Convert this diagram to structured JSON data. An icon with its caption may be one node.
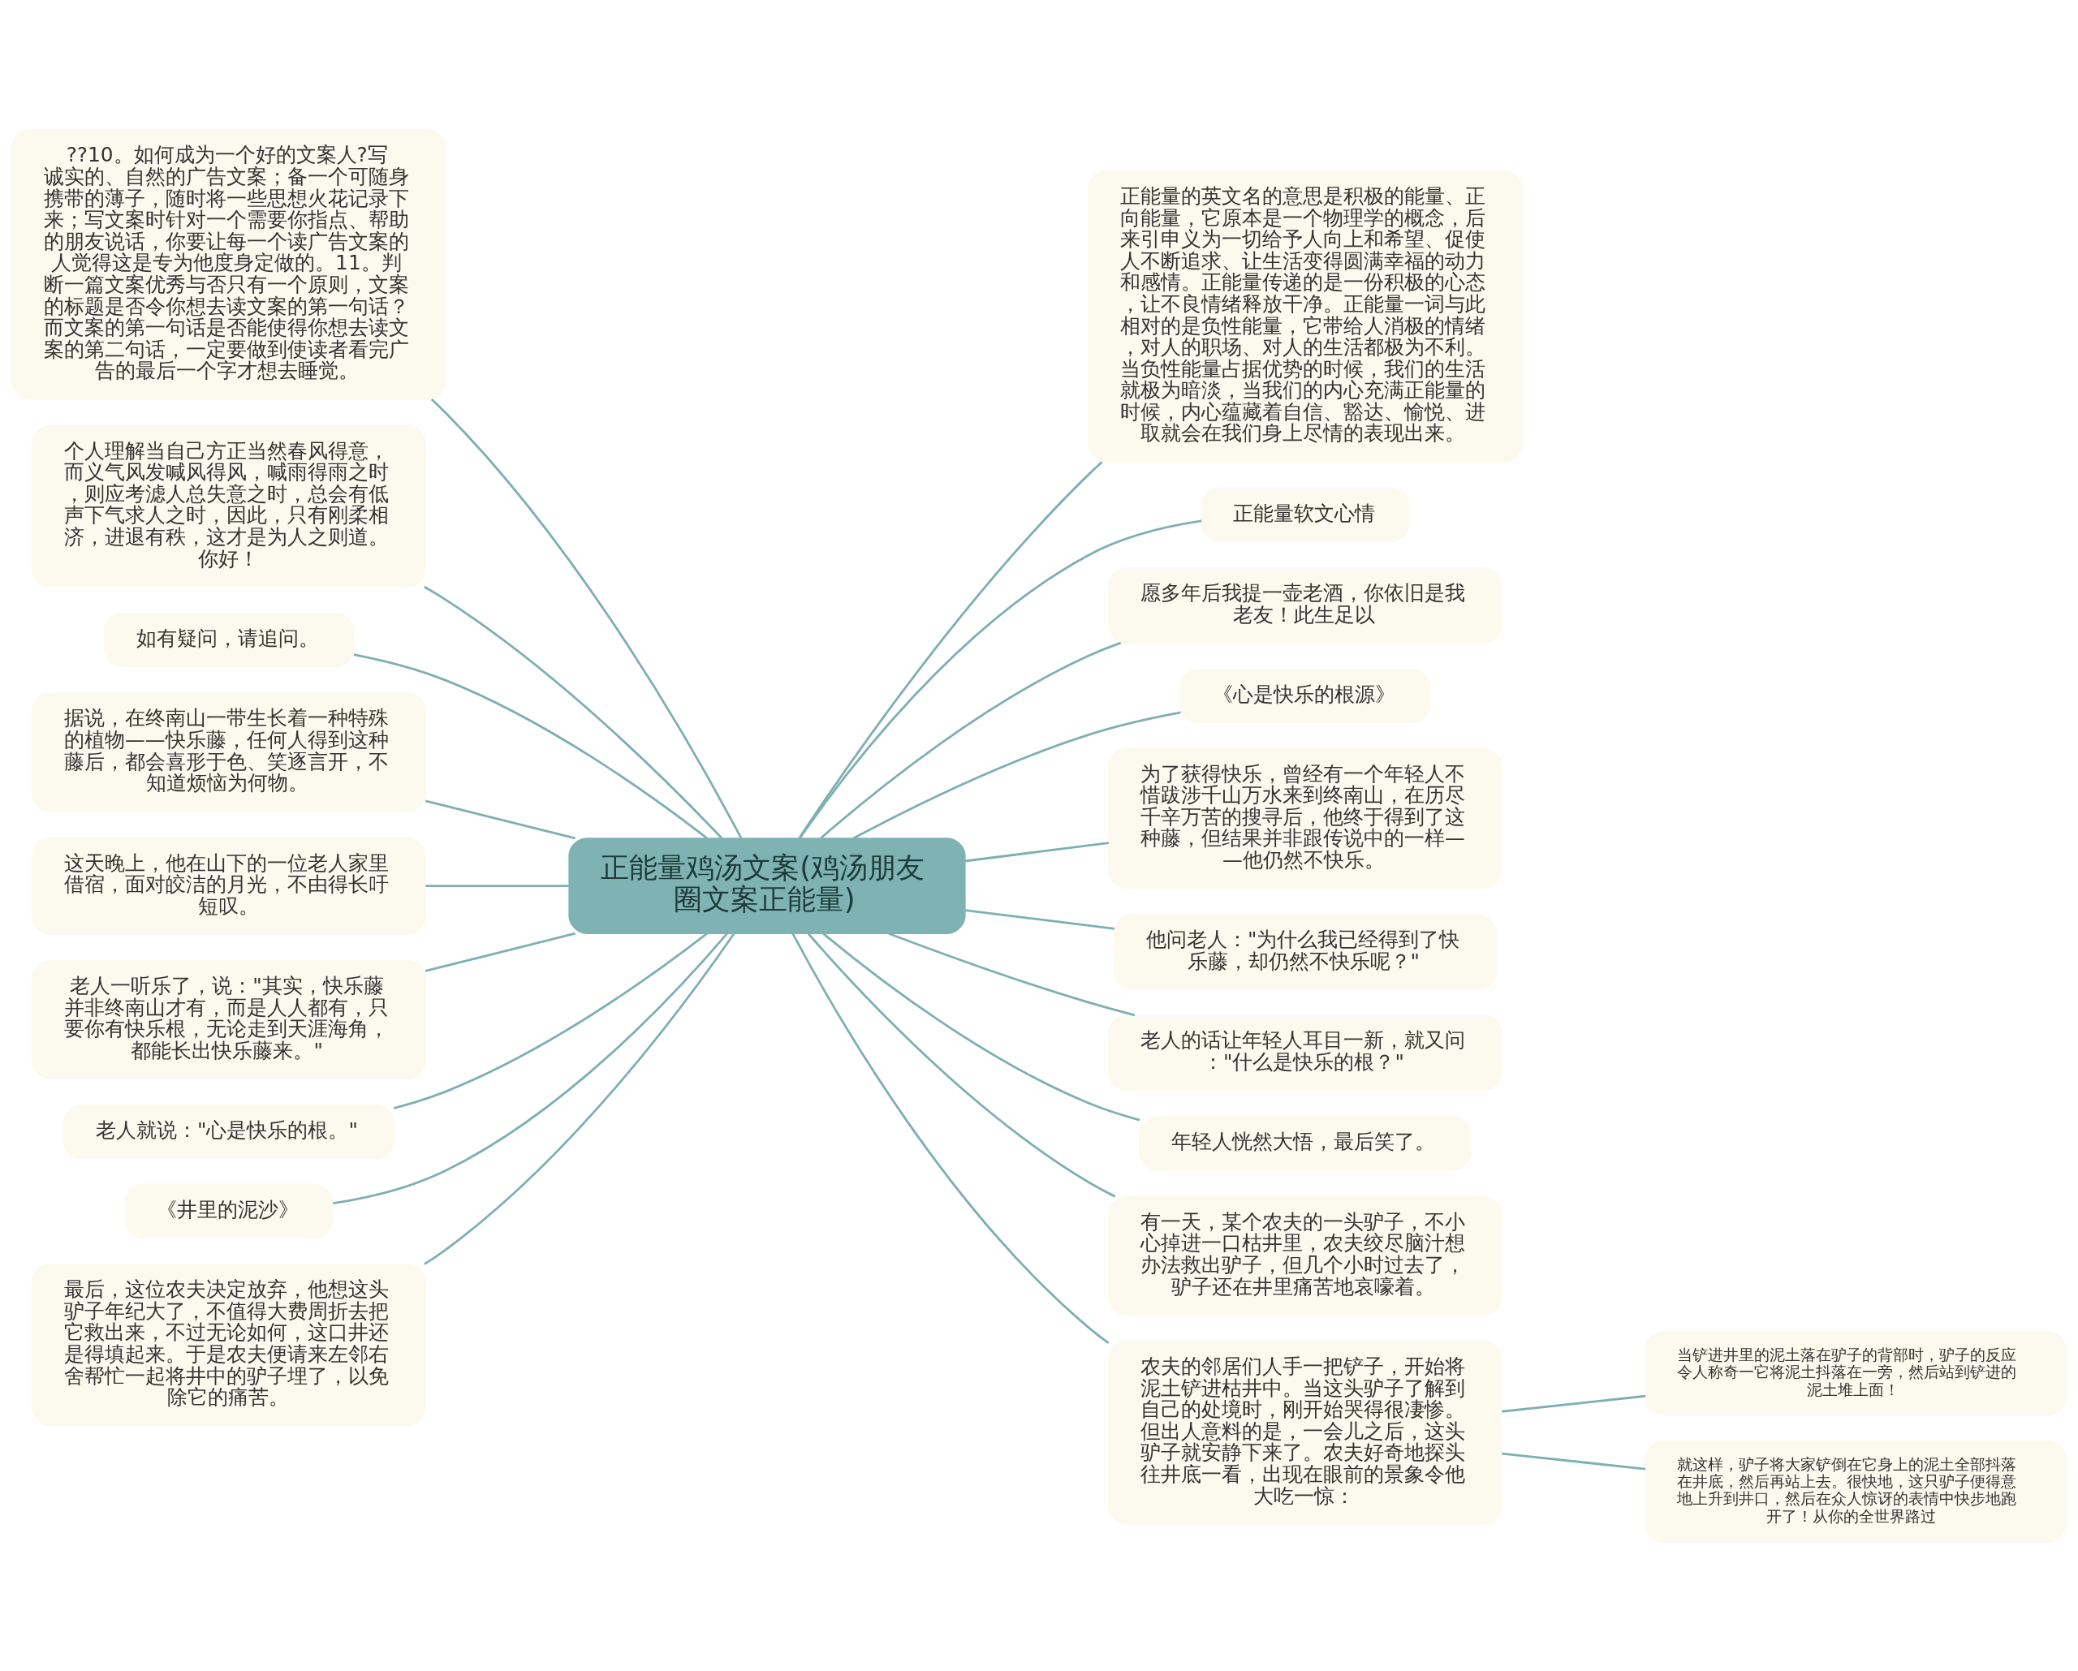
{
  "diagram": {
    "nodes": [
      {
        "text": [
          "正能量鸡汤文案(鸡汤朋友圈文案正能量)"
        ]
      },
      {
        "text": [
          "??10。如何成为一个好的文案人?写诚实的、自然的广告文案；备一个可随身携带的薄子，随时将一些思想火花记录下来；写文案时针对一个需要你指点、帮助的朋友说话，你要让每一个读广告文案的人觉得这是专为他度身定做的。11。判断一篇文案优秀与否只有一个原则，文案的标题是否令你想去读文案的第一句话？而文案的第一句话是否能使得你想去读文案的第二句话，一定要做到使读者看完广告的最后一个字才想去睡觉。"
        ]
      },
      {
        "text": [
          "个人理解当自己方正当然春风得意，而义气风发喊风得风，喊雨得雨之时，则应考滤人总失意之时，总会有低声下气求人之时，因此，只有刚柔相济，进退有秩，这才是为人之则道。你好！"
        ]
      },
      {
        "text": [
          "如有疑问，请追问。"
        ]
      },
      {
        "text": [
          "据说，在终南山一带生长着一种特殊的植物——快乐藤，任何人得到这种藤后，都会喜形于色、笑逐言开，不知道烦恼为何物。"
        ]
      },
      {
        "text": [
          "这天晚上，他在山下的一位老人家里借宿，面对皎洁的月光，不由得长吁短叹。"
        ]
      },
      {
        "text": [
          "老人一听乐了，说：\"其实，快乐藤并非终南山才有，而是人人都有，只要你有快乐根，无论走到天涯海角，都能长出快乐藤来。\""
        ]
      },
      {
        "text": [
          "老人就说：\"心是快乐的根。\""
        ]
      },
      {
        "text": [
          "《井里的泥沙》"
        ]
      },
      {
        "text": [
          "最后，这位农夫决定放弃，他想这头驴子年纪大了，不值得大费周折去把它救出来，不过无论如何，这口井还是得填起来。于是农夫便请来左邻右舍帮忙一起将井中的驴子埋了，以免除它的痛苦。"
        ]
      },
      {
        "text": [
          "正能量的英文名的意思是积极的能量、正向能量，它原本是一个物理学的概念，后来引申义为一切给予人向上和希望、促使人不断追求、让生活变得圆满幸福的动力和感情。正能量传递的是一份积极的心态，让不良情绪释放干净。正能量一词与此相对的是负性能量，它带给人消极的情绪，对人的职场、对人的生活都极为不利。当负性能量占据优势的时候，我们的生活就极为暗淡，当我们的内心充满正能量的时候，内心蕴藏着自信、豁达、愉悦、进取就会在我们身上尽情的表现出来。"
        ]
      },
      {
        "text": [
          "正能量软文心情"
        ]
      },
      {
        "text": [
          "愿多年后我提一壶老酒，你依旧是我老友！此生足以"
        ]
      },
      {
        "text": [
          "《心是快乐的根源》"
        ]
      },
      {
        "text": [
          "为了获得快乐，曾经有一个年轻人不惜跋涉千山万水来到终南山，在历尽千辛万苦的搜寻后，他终于得到了这种藤，但结果并非跟传说中的一样——他仍然不快乐。"
        ]
      },
      {
        "text": [
          "他问老人：\"为什么我已经得到了快乐藤，却仍然不快乐呢？\""
        ]
      },
      {
        "text": [
          "老人的话让年轻人耳目一新，就又问：\"什么是快乐的根？\""
        ]
      },
      {
        "text": [
          "年轻人恍然大悟，最后笑了。"
        ]
      },
      {
        "text": [
          "有一天，某个农夫的一头驴子，不小心掉进一口枯井里，农夫绞尽脑汁想办法救出驴子，但几个小时过去了，驴子还在井里痛苦地哀嚎着。"
        ]
      },
      {
        "text": [
          "农夫的邻居们人手一把铲子，开始将泥土铲进枯井中。当这头驴子了解到自己的处境时，刚开始哭得很凄惨。但出人意料的是，一会儿之后，这头驴子就安静下来了。农夫好奇地探头往井底一看，出现在眼前的景象令他大吃一惊："
        ]
      },
      {
        "text": [
          "当铲进井里的泥土落在驴子的背部时，驴子的反应令人称奇一它将泥土抖落在一旁，然后站到铲进的泥土堆上面！"
        ]
      },
      {
        "text": [
          "就这样，驴子将大家铲倒在它身上的泥土全部抖落在井底，然后再站上去。很快地，这只驴子便得意地上升到井口，然后在众人惊讶的表情中快步地跑开了！从你的全世界路过"
        ]
      }
    ],
    "edges": [
      {
        "from": 0,
        "to": 1,
        "arrow": "none"
      },
      {
        "from": 0,
        "to": 2,
        "arrow": "none"
      },
      {
        "from": 0,
        "to": 3,
        "arrow": "none"
      },
      {
        "from": 0,
        "to": 4,
        "arrow": "none"
      },
      {
        "from": 0,
        "to": 5,
        "arrow": "none"
      },
      {
        "from": 0,
        "to": 6,
        "arrow": "none"
      },
      {
        "from": 0,
        "to": 7,
        "arrow": "none"
      },
      {
        "from": 0,
        "to": 8,
        "arrow": "none"
      },
      {
        "from": 0,
        "to": 9,
        "arrow": "none"
      },
      {
        "from": 0,
        "to": 10,
        "arrow": "none"
      },
      {
        "from": 0,
        "to": 11,
        "arrow": "none"
      },
      {
        "from": 0,
        "to": 12,
        "arrow": "none"
      },
      {
        "from": 0,
        "to": 13,
        "arrow": "none"
      },
      {
        "from": 0,
        "to": 14,
        "arrow": "none"
      },
      {
        "from": 0,
        "to": 15,
        "arrow": "none"
      },
      {
        "from": 0,
        "to": 16,
        "arrow": "none"
      },
      {
        "from": 0,
        "to": 17,
        "arrow": "none"
      },
      {
        "from": 0,
        "to": 18,
        "arrow": "none"
      },
      {
        "from": 0,
        "to": 19,
        "arrow": "none"
      },
      {
        "from": 19,
        "to": 20,
        "arrow": "none"
      },
      {
        "from": 19,
        "to": 21,
        "arrow": "none"
      }
    ]
  }
}
